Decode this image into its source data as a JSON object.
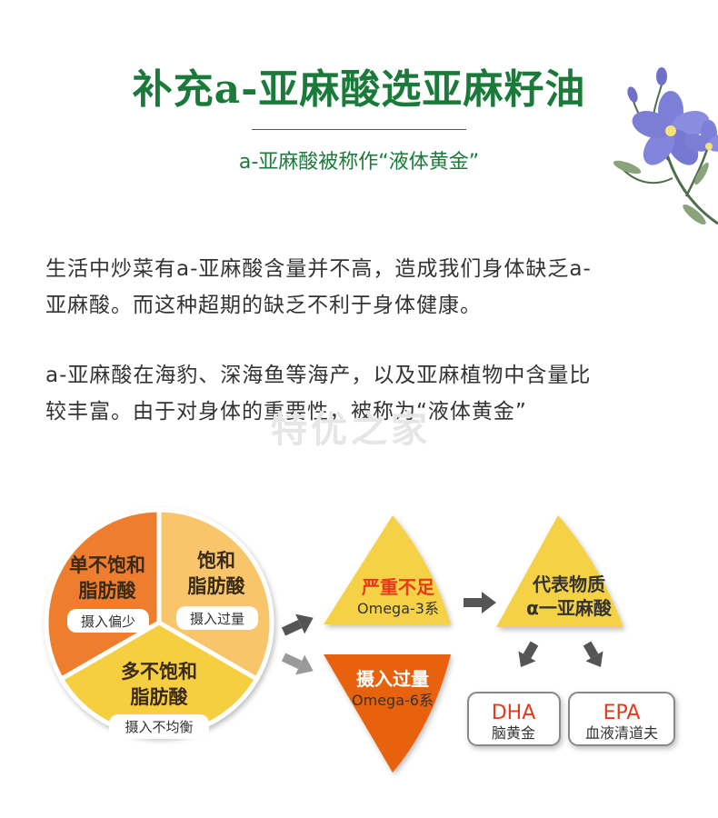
{
  "header": {
    "title": "补充a-亚麻酸选亚麻籽油",
    "subtitle": "a-亚麻酸被称作“液体黄金”"
  },
  "body": {
    "paragraph1_line1": "生活中炒菜有a-亚麻酸含量并不高，造成我们身体缺乏a-",
    "paragraph1_line2": "亚麻酸。而这种超期的缺乏不利于身体健康。",
    "paragraph2_line1": "a-亚麻酸在海豹、深海鱼等海产，以及亚麻植物中含量比",
    "paragraph2_line2": "较丰富。由于对身体的重要性，被称为“液体黄金”",
    "watermark": "特优之家"
  },
  "diagram": {
    "pie": {
      "segment1": {
        "line1": "单不饱和",
        "line2": "脂肪酸",
        "tag": "摄入偏少",
        "color": "#ee7d2f"
      },
      "segment2": {
        "line1": "饱和",
        "line2": "脂肪酸",
        "tag": "摄入过量",
        "color": "#f8c56a"
      },
      "segment3": {
        "line1": "多不饱和",
        "line2": "脂肪酸",
        "tag": "摄入不均衡",
        "color": "#f5cf40"
      }
    },
    "omega3": {
      "line1": "严重不足",
      "line2": "Omega-3系",
      "color": "#f5d145",
      "accent": "#e53a1c"
    },
    "omega6": {
      "line1": "摄入过量",
      "line2": "Omega-6系",
      "color": "#e8620e"
    },
    "ala": {
      "line1": "代表物质",
      "line2": "α一亚麻酸",
      "color": "#f5d145"
    },
    "dha": {
      "name": "DHA",
      "desc": "脑黄金",
      "color": "#e53a1c"
    },
    "epa": {
      "name": "EPA",
      "desc": "血液清道夫",
      "color": "#e53a1c"
    }
  }
}
